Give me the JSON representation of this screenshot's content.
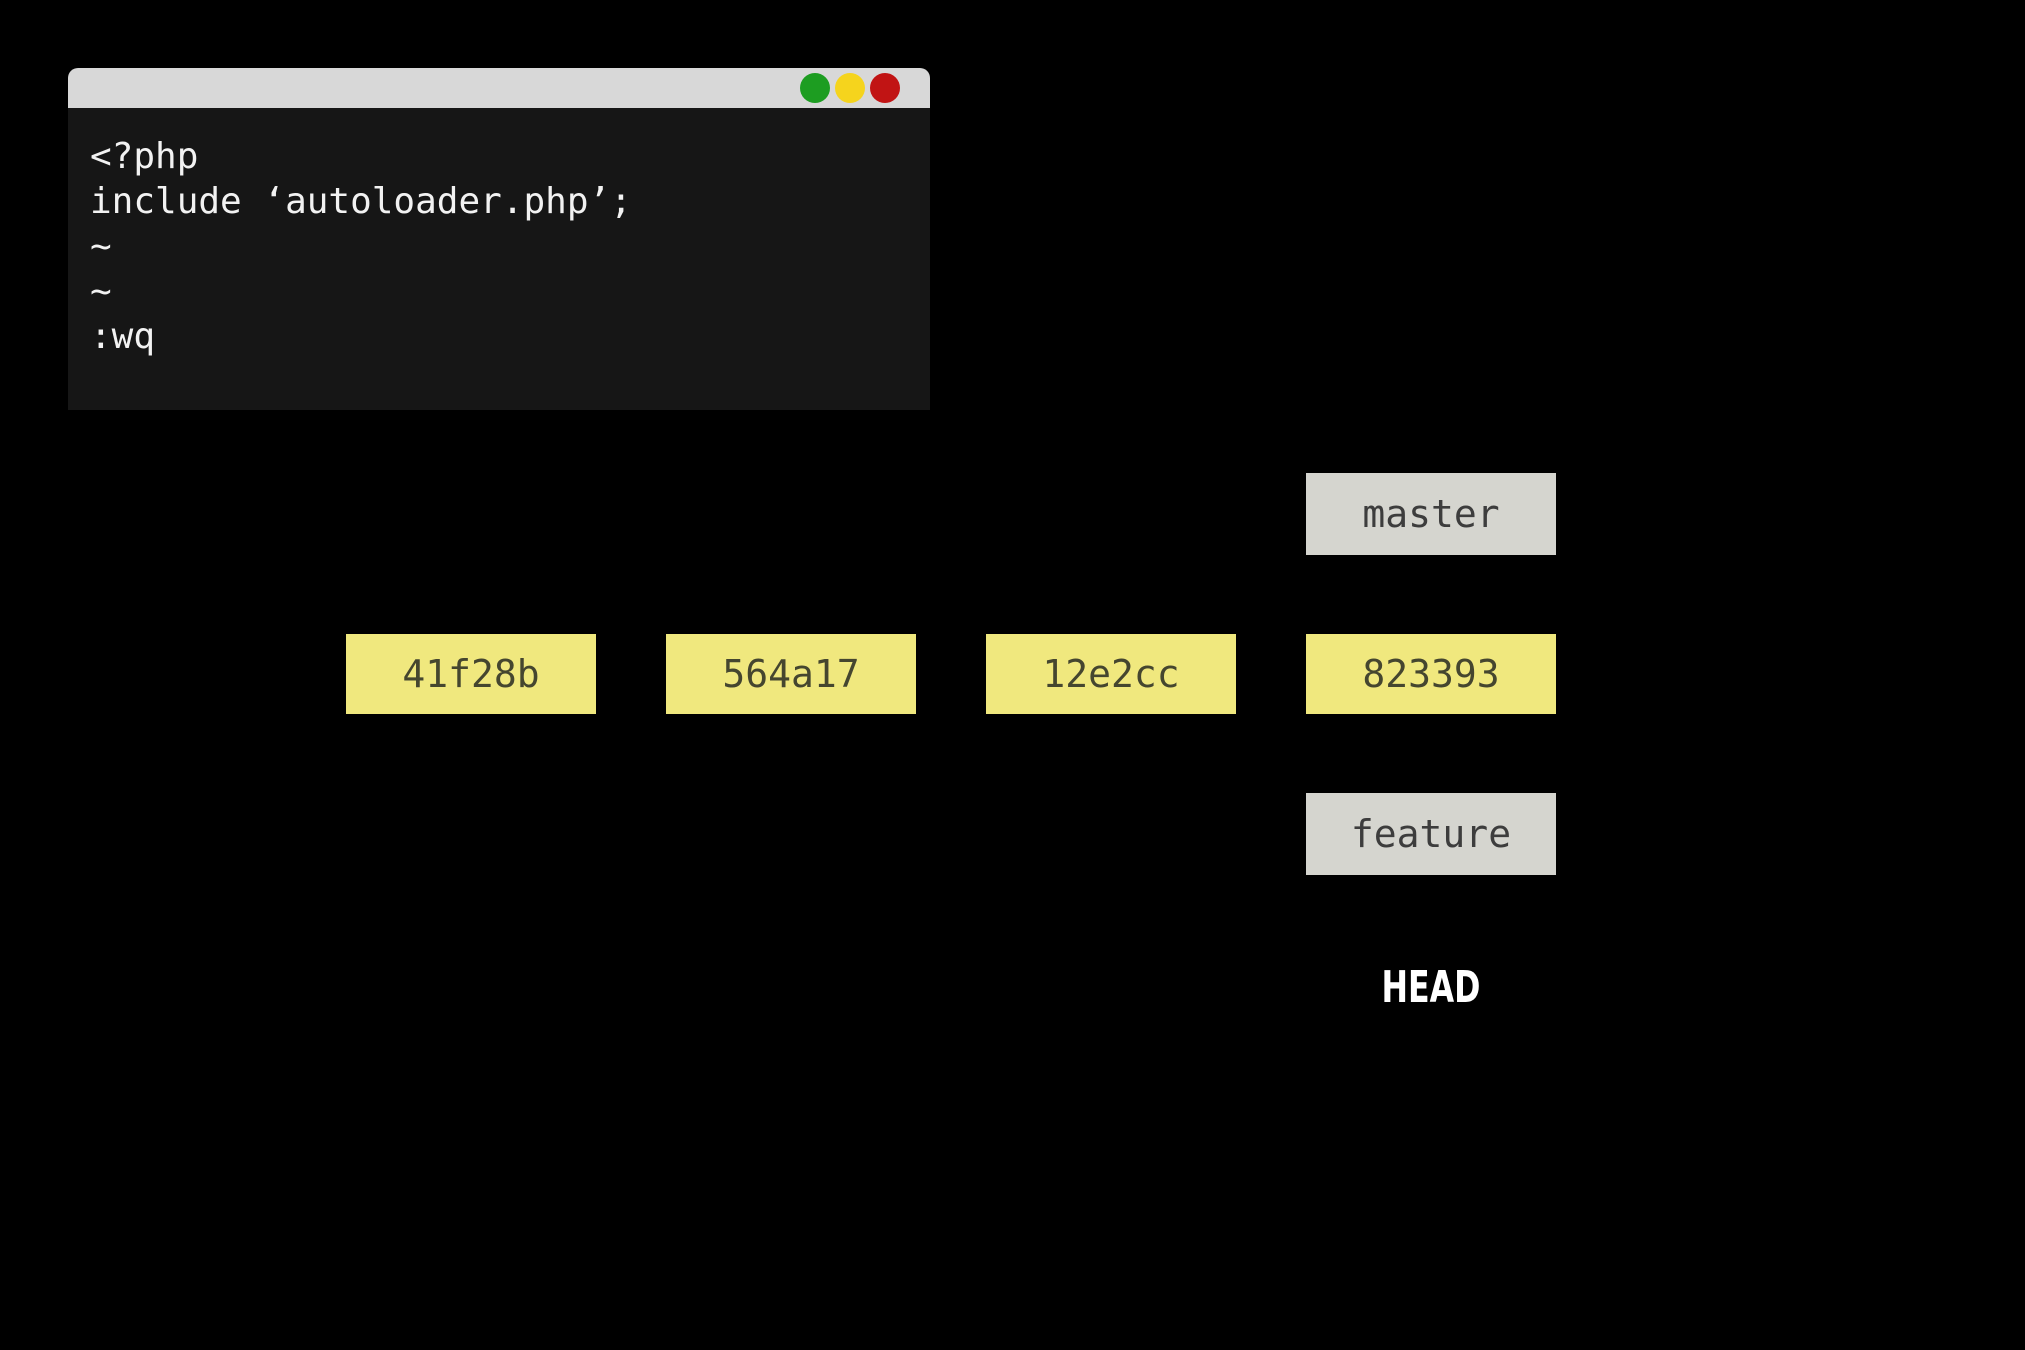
{
  "terminal": {
    "traffic_lights": [
      {
        "name": "green",
        "color": "#1d9d21"
      },
      {
        "name": "yellow",
        "color": "#f5d41d"
      },
      {
        "name": "red",
        "color": "#c11414"
      }
    ],
    "lines": [
      "<?php",
      "include ‘autoloader.php’;",
      "~",
      "~",
      ":wq"
    ]
  },
  "graph": {
    "commits": [
      {
        "id": "41f28b"
      },
      {
        "id": "564a17"
      },
      {
        "id": "12e2cc"
      },
      {
        "id": "823393"
      }
    ],
    "branches": {
      "master": {
        "label": "master"
      },
      "feature": {
        "label": "feature"
      }
    },
    "head_label": "HEAD"
  },
  "colors": {
    "background": "#000000",
    "terminal_titlebar": "#d8d8d8",
    "terminal_body": "#161616",
    "terminal_text": "#f2f2f2",
    "commit_box_bg": "#f0e87e",
    "commit_box_text": "#45462f",
    "branch_box_bg": "#d5d5cf",
    "branch_box_text": "#3d3d3d",
    "head_text": "#ffffff"
  }
}
